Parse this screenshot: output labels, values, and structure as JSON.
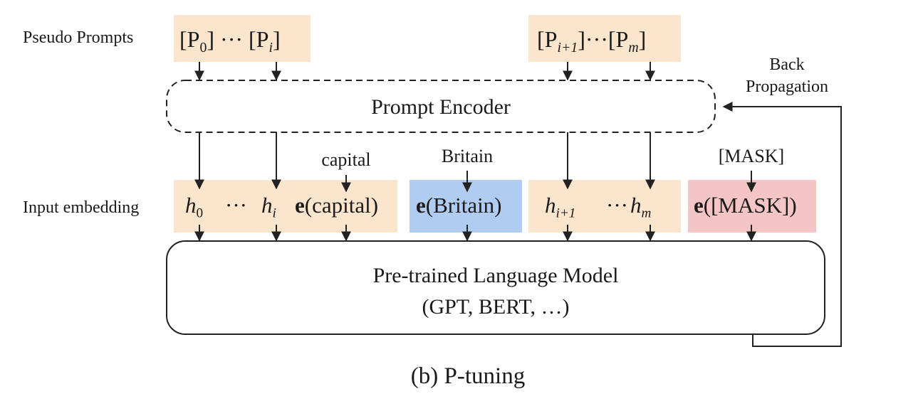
{
  "labels": {
    "pseudo_prompts": "Pseudo Prompts",
    "input_embedding": "Input embedding",
    "back_propagation_line1": "Back",
    "back_propagation_line2": "Propagation",
    "caption": "(b) P-tuning"
  },
  "prompt_groups": {
    "left": {
      "open": "[P",
      "first_sub": "0",
      "ellipsis": "] ··· [P",
      "last_sub": "i",
      "close": "]"
    },
    "right": {
      "open": "[P",
      "first_sub": "i+1",
      "ellipsis": "]···[P",
      "last_sub": "m",
      "close": "]"
    }
  },
  "prompt_encoder": {
    "label": "Prompt Encoder"
  },
  "context_words": {
    "capital": "capital",
    "britain": "Britain",
    "mask": "[MASK]"
  },
  "embeddings": {
    "h_left": {
      "h0": "h",
      "h0_sub": "0",
      "dots": "···",
      "hi": "h",
      "hi_sub": "i"
    },
    "capital": {
      "e": "e",
      "arg": "(capital)"
    },
    "britain": {
      "e": "e",
      "arg": "(Britain)"
    },
    "h_right": {
      "hi1": "h",
      "hi1_sub": "i+1",
      "dots": "···",
      "hm": "h",
      "hm_sub": "m"
    },
    "mask": {
      "e": "e",
      "arg": "([MASK])"
    }
  },
  "language_model": {
    "line1": "Pre-trained Language Model",
    "line2": "(GPT, BERT, …)"
  },
  "colors": {
    "prompt_fill": "#fbe5cc",
    "britain_fill": "#b1ccf1",
    "mask_fill": "#f5c4c4",
    "stroke": "#222222"
  }
}
